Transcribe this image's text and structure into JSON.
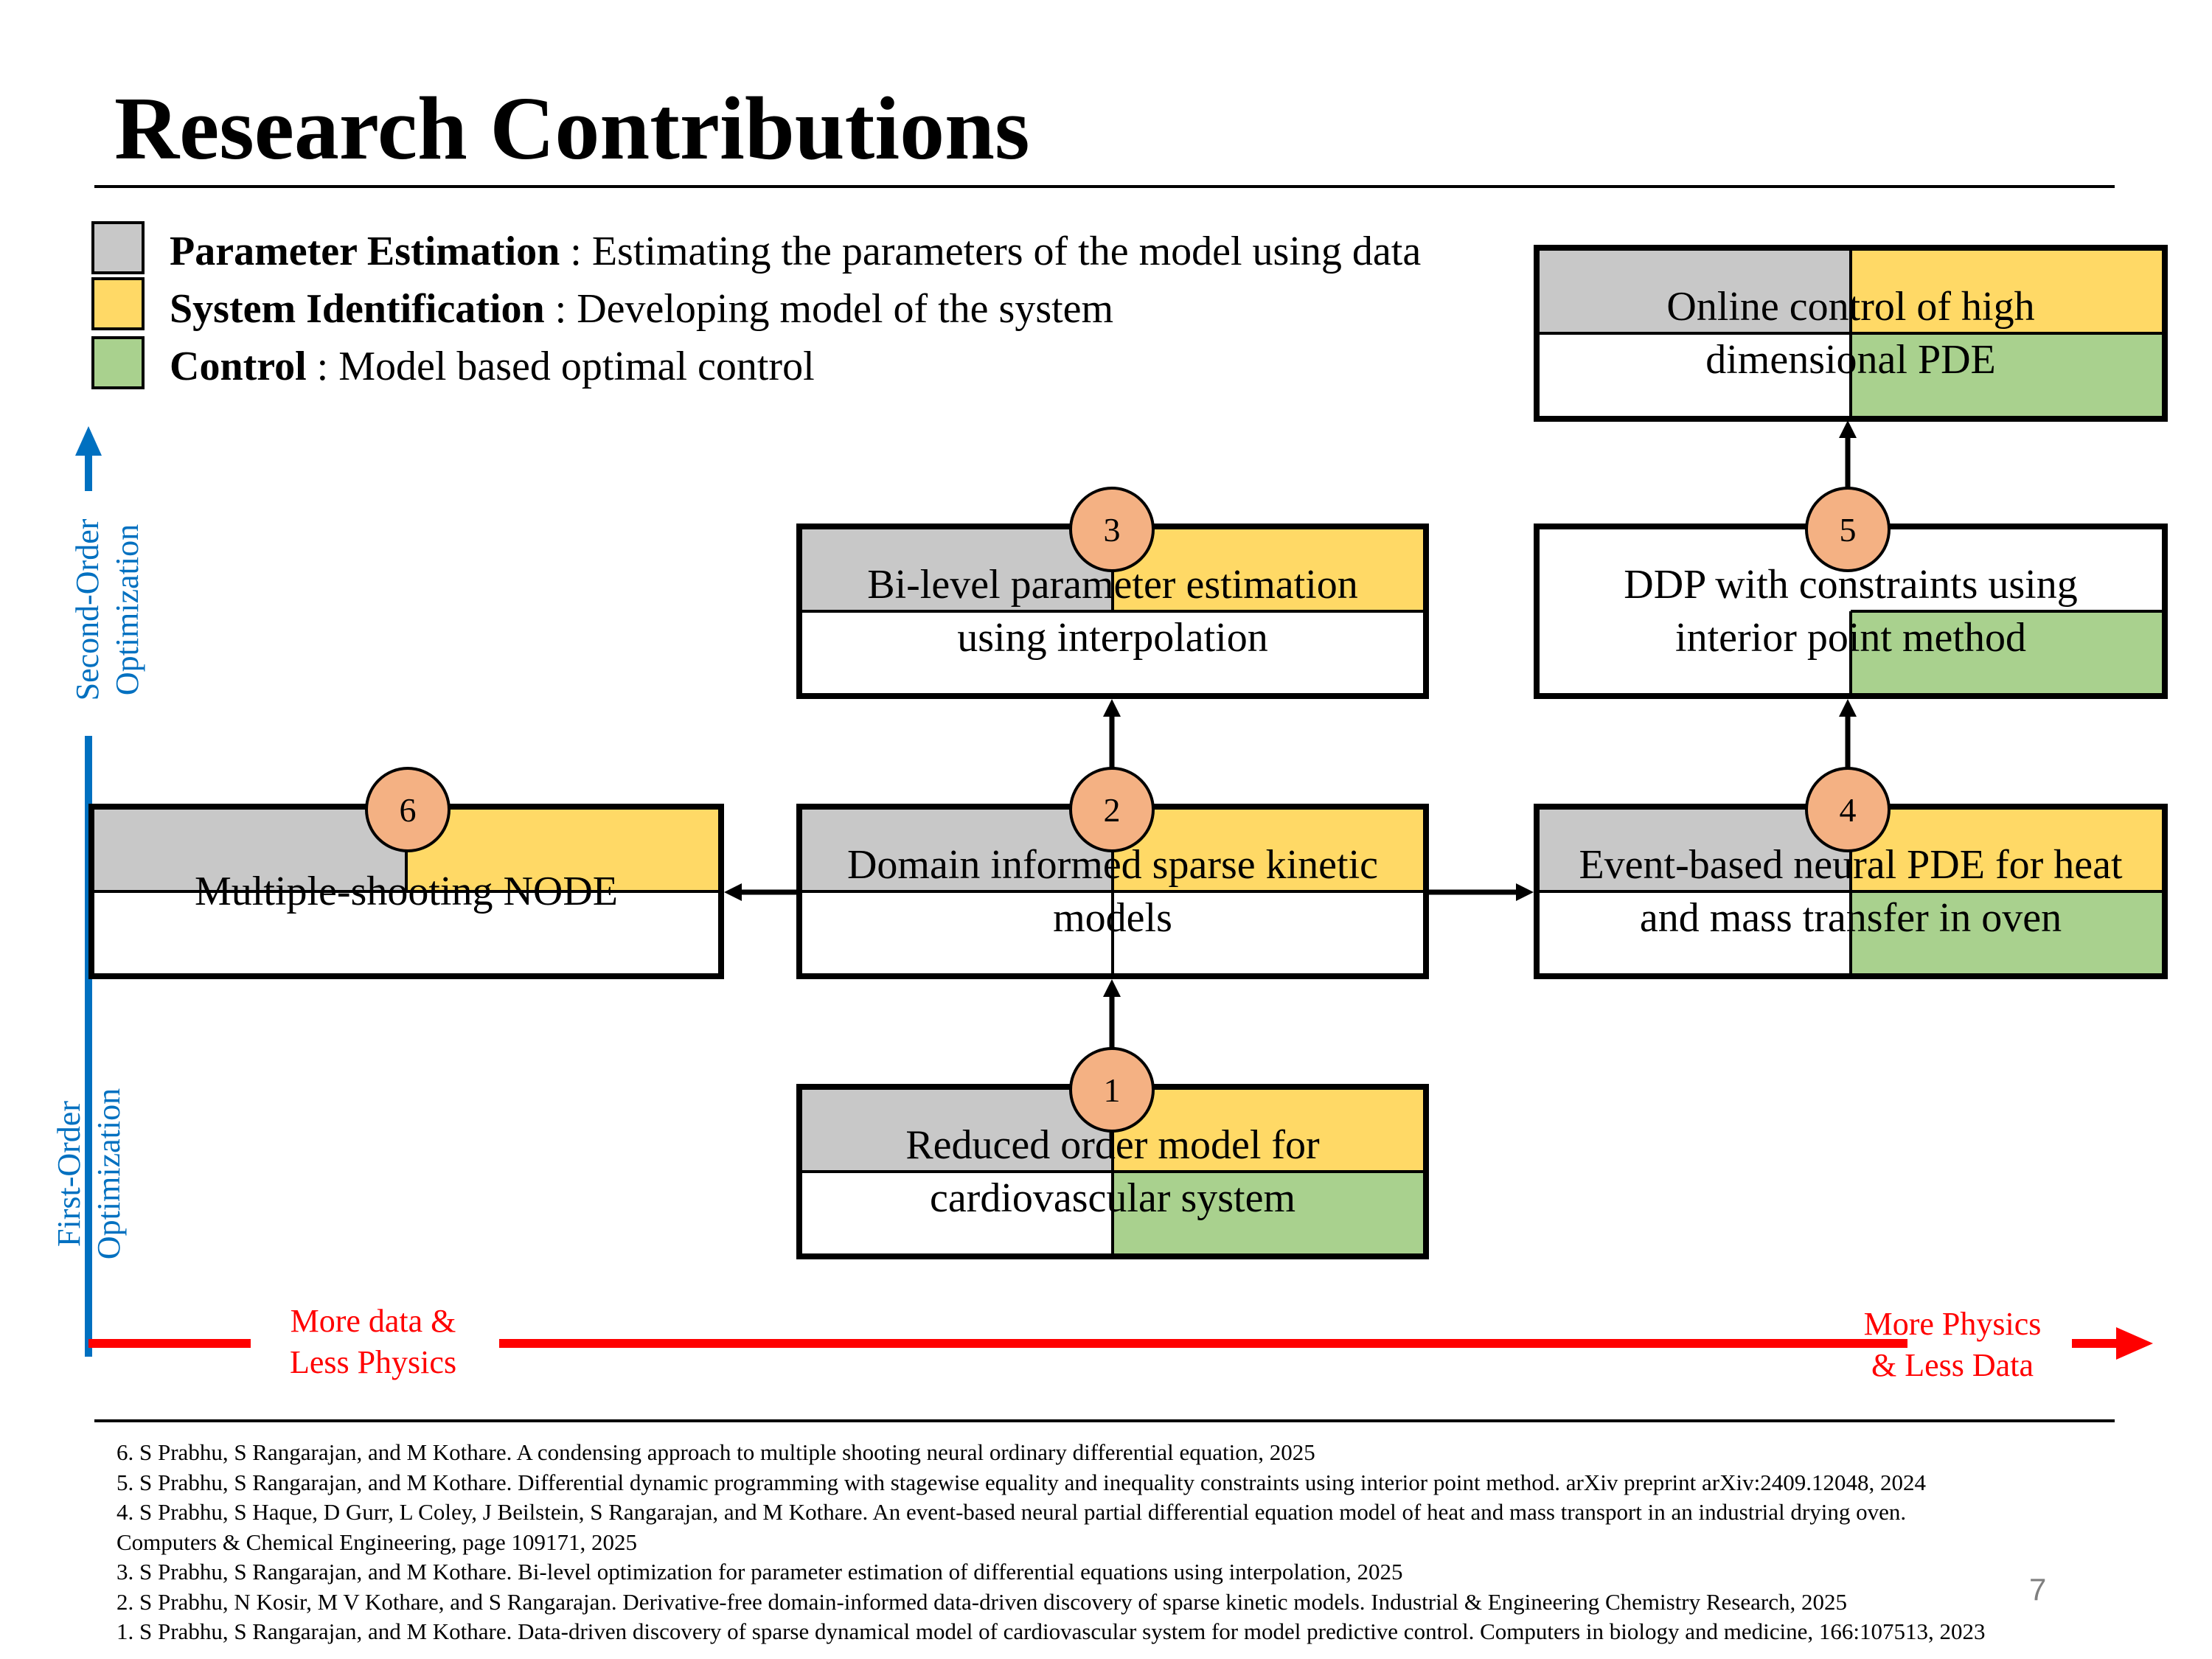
{
  "title": "Research Contributions",
  "legend": {
    "items": [
      {
        "term": "Parameter Estimation",
        "desc": " : Estimating the parameters of the model using data",
        "color": "#c8c8c8"
      },
      {
        "term": "System Identification",
        "desc": " : Developing model of the system",
        "color": "#ffd966"
      },
      {
        "term": "Control",
        "desc": " : Model based optimal control",
        "color": "#a9d18e"
      }
    ]
  },
  "axes": {
    "second_order": "Second-Order\nOptimization",
    "first_order": "First-Order\nOptimization",
    "left_label": "More data &\nLess Physics",
    "right_label": "More Physics\n& Less Data",
    "vertical_color": "#0070c0",
    "horizontal_color": "#ff0000"
  },
  "boxes": {
    "b1": {
      "badge": "1",
      "text": "Reduced order model for\ncardiovascular system"
    },
    "b2": {
      "badge": "2",
      "text": "Domain informed sparse kinetic\nmodels"
    },
    "b3": {
      "badge": "3",
      "text": "Bi-level parameter estimation\nusing interpolation"
    },
    "b4": {
      "badge": "4",
      "text": "Event-based neural PDE for heat\nand mass transfer in oven"
    },
    "b5": {
      "badge": "5",
      "text": "DDP with constraints using\ninterior point method"
    },
    "b6": {
      "badge": "6",
      "text": "Multiple-shooting NODE"
    },
    "b7": {
      "text": "Online control of high\ndimensional PDE"
    }
  },
  "references": [
    "6. S Prabhu, S Rangarajan, and M Kothare. A condensing approach to multiple shooting neural ordinary differential equation, 2025",
    "5. S Prabhu, S Rangarajan, and M Kothare. Differential dynamic programming with stagewise equality and inequality constraints using interior point method. arXiv preprint arXiv:2409.12048, 2024",
    "4. S Prabhu, S Haque, D Gurr, L Coley, J Beilstein, S Rangarajan, and M Kothare. An event-based neural partial differential equation model of heat and mass transport in an industrial drying oven.",
    "Computers & Chemical Engineering, page 109171, 2025",
    "3. S Prabhu, S Rangarajan, and M Kothare. Bi-level optimization for parameter estimation of differential equations using interpolation, 2025",
    "2. S Prabhu, N Kosir, M V Kothare, and S Rangarajan. Derivative-free domain-informed data-driven discovery of sparse kinetic models. Industrial & Engineering Chemistry Research, 2025",
    "1. S Prabhu, S Rangarajan, and M Kothare. Data-driven discovery of sparse dynamical model of cardiovascular system for model predictive control. Computers in biology and medicine, 166:107513, 2023"
  ],
  "page_number": "7"
}
